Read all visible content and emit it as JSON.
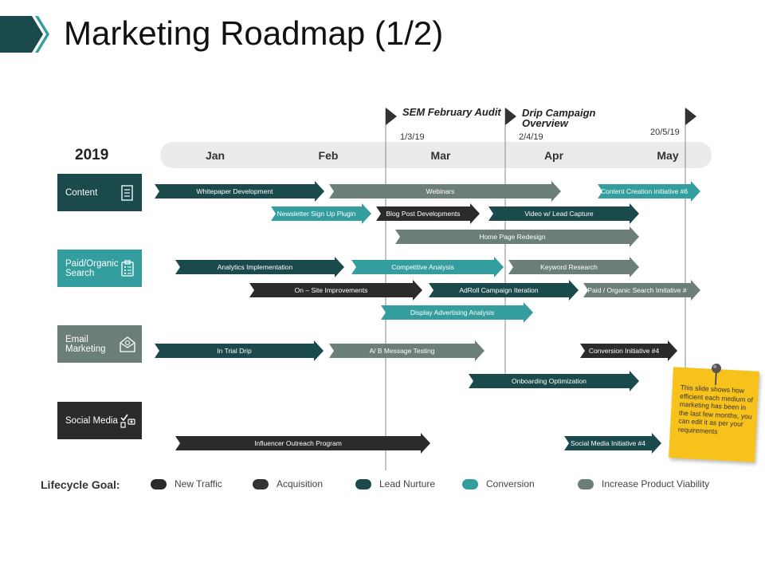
{
  "title": "Marketing Roadmap (1/2)",
  "year": "2019",
  "months": [
    "Jan",
    "Feb",
    "Mar",
    "Apr",
    "May"
  ],
  "milestones": [
    {
      "label": "SEM February Audit",
      "date": "1/3/19"
    },
    {
      "label": "Drip Campaign Overview",
      "date": "2/4/19"
    },
    {
      "label": "",
      "date": "20/5/19"
    }
  ],
  "categories": [
    {
      "label": "Content",
      "color": "#1b4a4c"
    },
    {
      "label": "Paid/Organic Search",
      "color": "#339e9d"
    },
    {
      "label": "Email Marketing",
      "color": "#6b7f78"
    },
    {
      "label": "Social Media",
      "color": "#2b2b2b"
    }
  ],
  "tasks": [
    {
      "label": "Whitepaper Development",
      "color": "#1b4a4c"
    },
    {
      "label": "Webinars",
      "color": "#6b7f78"
    },
    {
      "label": "Content Creation initiative #6",
      "color": "#339e9d"
    },
    {
      "label": "Newsletter Sign Up Plugin",
      "color": "#339e9d"
    },
    {
      "label": "Blog Post Developments",
      "color": "#2b2b2b"
    },
    {
      "label": "Video w/ Lead Capture",
      "color": "#1b4a4c"
    },
    {
      "label": "Home Page Redesign",
      "color": "#6b7f78"
    },
    {
      "label": "Analytics Implementation",
      "color": "#1b4a4c"
    },
    {
      "label": "Competitive Analysis",
      "color": "#339e9d"
    },
    {
      "label": "Keyword Research",
      "color": "#6b7f78"
    },
    {
      "label": "On – Site Improvements",
      "color": "#2b2b2b"
    },
    {
      "label": "AdRoll Campaign Iteration",
      "color": "#1b4a4c"
    },
    {
      "label": "Paid / Organic Search Imitative #",
      "color": "#6b7f78"
    },
    {
      "label": "Display Advertising Analysis",
      "color": "#339e9d"
    },
    {
      "label": "In Trial Drip",
      "color": "#1b4a4c"
    },
    {
      "label": "A/ B Message Testing",
      "color": "#6b7f78"
    },
    {
      "label": "Conversion Initiative #4",
      "color": "#2b2b2b"
    },
    {
      "label": "Onboarding Optimization",
      "color": "#1b4a4c"
    },
    {
      "label": "Influencer Outreach Program",
      "color": "#2b2b2b"
    },
    {
      "label": "Social Media Initiative #4",
      "color": "#1b4a4c"
    }
  ],
  "legend": {
    "title": "Lifecycle Goal:",
    "items": [
      {
        "label": "New Traffic",
        "color": "#2b2b2b"
      },
      {
        "label": "Acquisition",
        "color": "#333333"
      },
      {
        "label": "Lead Nurture",
        "color": "#1b4a4c"
      },
      {
        "label": "Conversion",
        "color": "#339e9d"
      },
      {
        "label": "Increase Product Viability",
        "color": "#6b7f78"
      }
    ]
  },
  "note": "This slide shows how efficient each medium of marketing has been in the last few months, you can edit it as per your requirements"
}
